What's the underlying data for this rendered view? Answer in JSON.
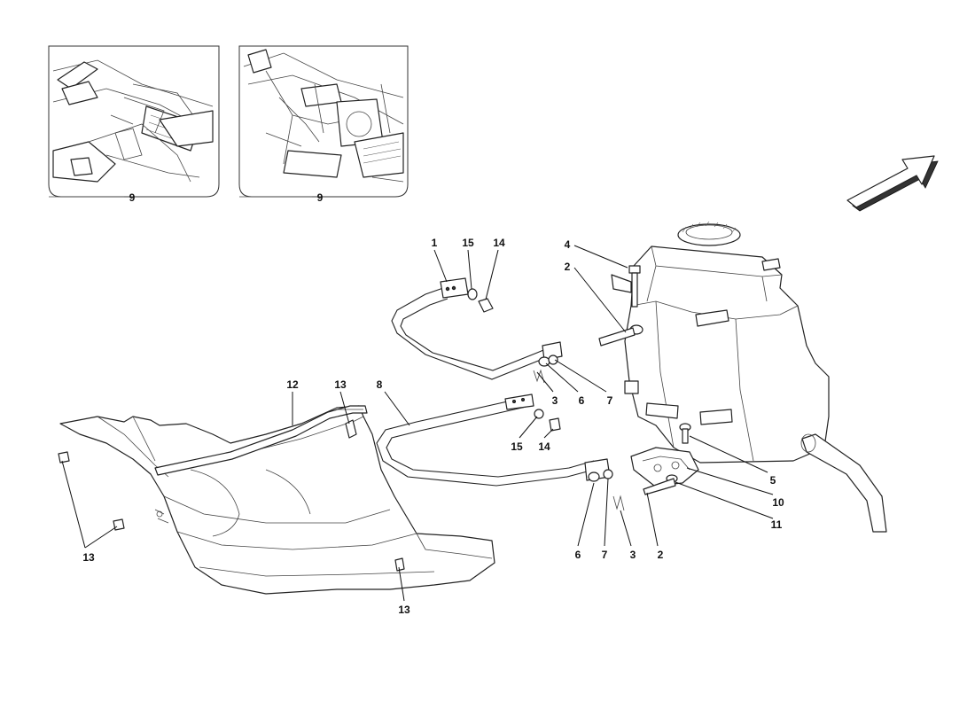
{
  "inset_views": [
    {
      "label": "9"
    },
    {
      "label": "9"
    }
  ],
  "callouts": [
    {
      "id": "c-1",
      "label": "1"
    },
    {
      "id": "c-15a",
      "label": "15"
    },
    {
      "id": "c-14a",
      "label": "14"
    },
    {
      "id": "c-4",
      "label": "4"
    },
    {
      "id": "c-2a",
      "label": "2"
    },
    {
      "id": "c-12",
      "label": "12"
    },
    {
      "id": "c-13a",
      "label": "13"
    },
    {
      "id": "c-8",
      "label": "8"
    },
    {
      "id": "c-3a",
      "label": "3"
    },
    {
      "id": "c-6a",
      "label": "6"
    },
    {
      "id": "c-7a",
      "label": "7"
    },
    {
      "id": "c-15b",
      "label": "15"
    },
    {
      "id": "c-14b",
      "label": "14"
    },
    {
      "id": "c-5",
      "label": "5"
    },
    {
      "id": "c-10",
      "label": "10"
    },
    {
      "id": "c-11",
      "label": "11"
    },
    {
      "id": "c-13b",
      "label": "13"
    },
    {
      "id": "c-6b",
      "label": "6"
    },
    {
      "id": "c-7b",
      "label": "7"
    },
    {
      "id": "c-3b",
      "label": "3"
    },
    {
      "id": "c-2b",
      "label": "2"
    },
    {
      "id": "c-13c",
      "label": "13"
    }
  ],
  "icons": {
    "direction_arrow": "direction-arrow-icon"
  },
  "colors": {
    "line": "#222222",
    "background": "#ffffff"
  }
}
